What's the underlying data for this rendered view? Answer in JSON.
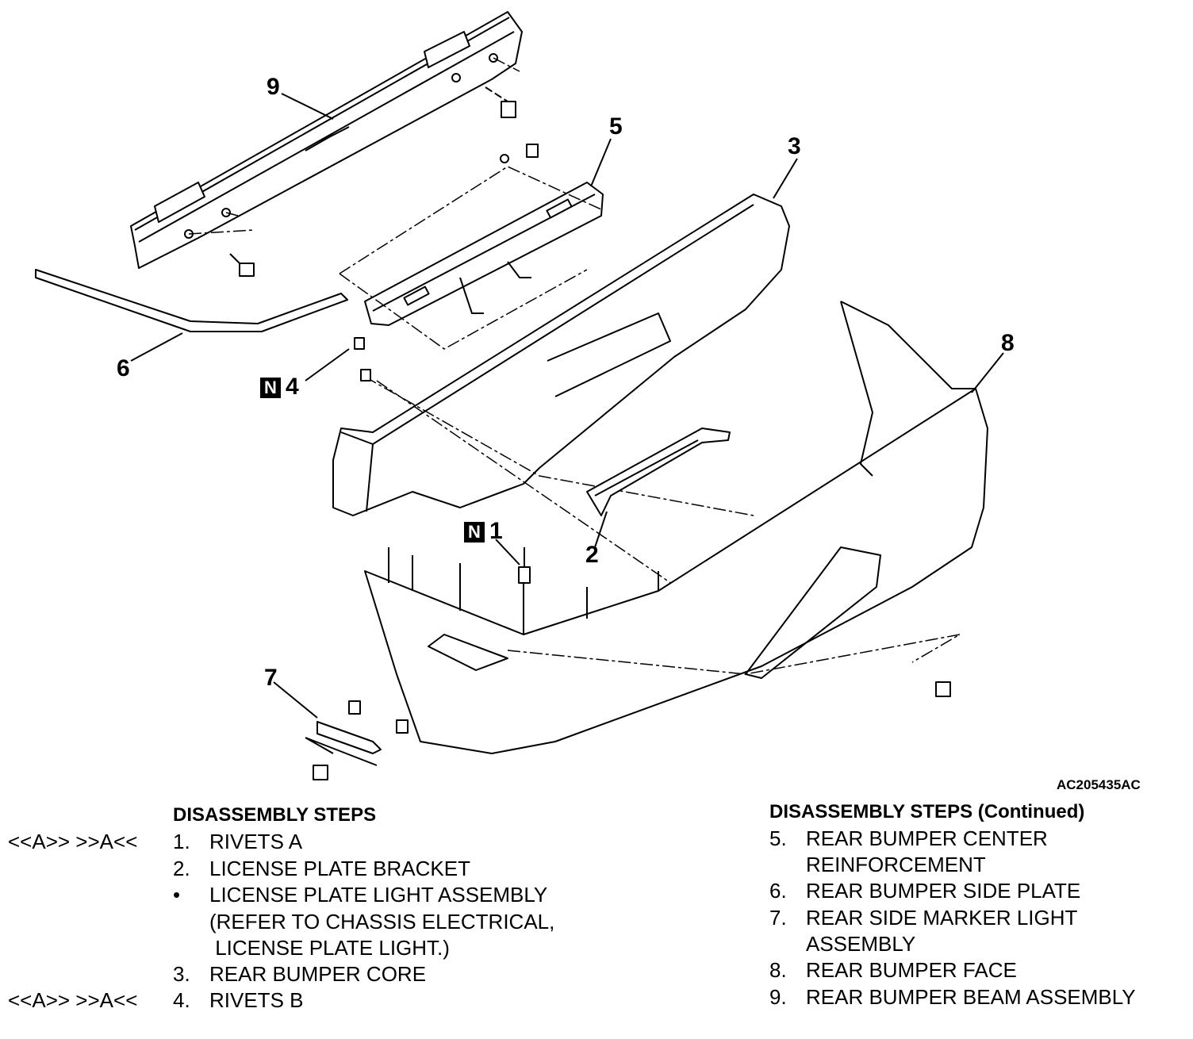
{
  "callouts": {
    "c1": "1",
    "c2": "2",
    "c3": "3",
    "c4": "4",
    "c5": "5",
    "c6": "6",
    "c7": "7",
    "c8": "8",
    "c9": "9",
    "n": "N"
  },
  "figure_code": "AC205435AC",
  "left_steps": {
    "title": "DISASSEMBLY STEPS",
    "markers": [
      "<<A>>   >>A<<",
      "<<A>>   >>A<<"
    ],
    "items": [
      {
        "num": "1.",
        "text": "RIVETS A"
      },
      {
        "num": "2.",
        "text": "LICENSE PLATE BRACKET"
      },
      {
        "num": "•",
        "text": "LICENSE PLATE LIGHT ASSEMBLY"
      },
      {
        "num": "",
        "text": "(REFER TO CHASSIS ELECTRICAL,"
      },
      {
        "num": "",
        "text": " LICENSE PLATE LIGHT.)"
      },
      {
        "num": "3.",
        "text": "REAR BUMPER CORE"
      },
      {
        "num": "4.",
        "text": "RIVETS B"
      }
    ]
  },
  "right_steps": {
    "title": "DISASSEMBLY STEPS (Continued)",
    "items": [
      {
        "num": "5.",
        "text": "REAR BUMPER CENTER"
      },
      {
        "num": "",
        "text": "REINFORCEMENT"
      },
      {
        "num": "6.",
        "text": "REAR BUMPER SIDE PLATE"
      },
      {
        "num": "7.",
        "text": "REAR SIDE MARKER LIGHT"
      },
      {
        "num": "",
        "text": "ASSEMBLY"
      },
      {
        "num": "8.",
        "text": "REAR BUMPER FACE"
      },
      {
        "num": "9.",
        "text": "REAR BUMPER BEAM ASSEMBLY"
      }
    ]
  }
}
